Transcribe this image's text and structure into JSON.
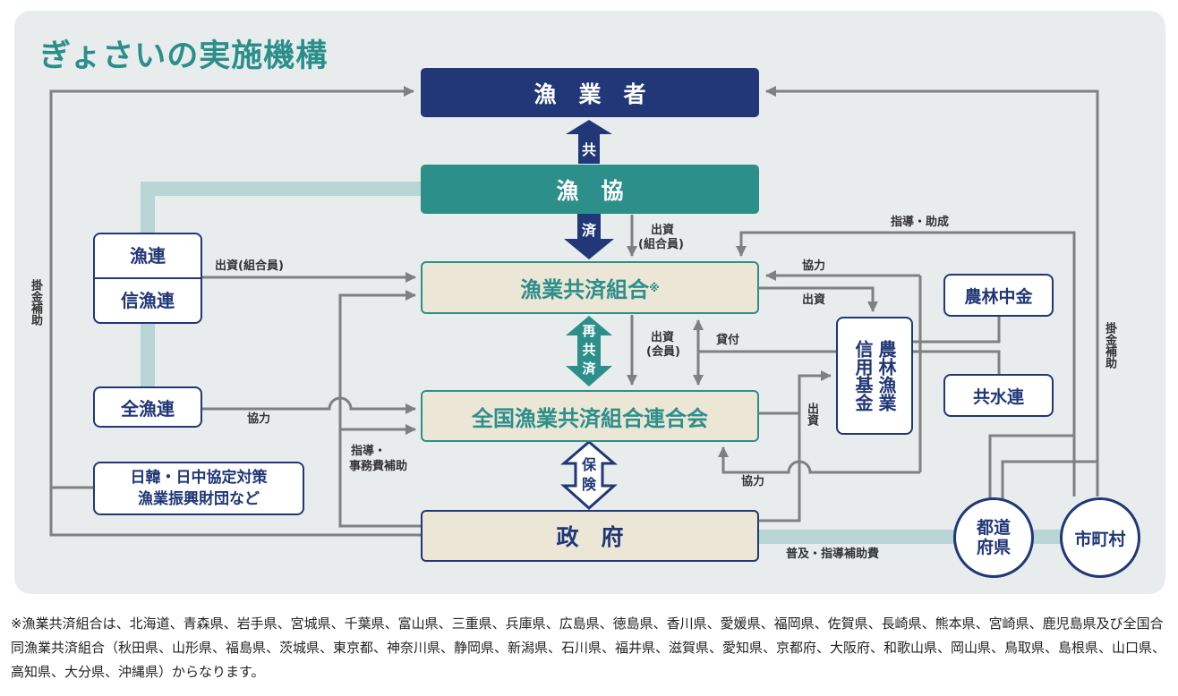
{
  "title": "ぎょさいの実施機構",
  "nodes": {
    "gyogyosha": "漁　業　者",
    "gyokyo": "漁　協",
    "kumiai": "漁業共済組合",
    "kumiai_mark": "※",
    "rengokai": "全国漁業共済組合連合会",
    "seifu": "政　府",
    "gyoren": "漁連",
    "shingyoren": "信漁連",
    "zengyoren": "全漁連",
    "zaidan_line1": "日韓・日中協定対策",
    "zaidan_line2": "漁業振興財団など",
    "kikin_col1": "農林漁業",
    "kikin_col2": "信用基金",
    "norinchukin": "農林中金",
    "kyosuiren": "共水連",
    "todofuken": "都道府県",
    "shichoson": "市町村"
  },
  "arrow_labels": {
    "kyo": "共",
    "sai": "済",
    "saikyosai": "再共済",
    "hoken": "保険"
  },
  "edge_labels": {
    "shusshi_kumiaiin_left": "出資(組合員)",
    "shusshi_kumiaiin_top_1": "出資",
    "shusshi_kumiaiin_top_2": "(組合員)",
    "shusshi_kaiin_1": "出資",
    "shusshi_kaiin_2": "(会員)",
    "shido_josei": "指導・助成",
    "kyoryoku_1": "協力",
    "shusshi_right": "出資",
    "kashitsuke": "貸付",
    "shusshi_vertical": "出資",
    "kyoryoku_zengyoren": "協力",
    "shido_jimuhi_1": "指導・",
    "shido_jimuhi_2": "事務費補助",
    "kyoryoku_2": "協力",
    "fukyu": "普及・指導補助費",
    "kakekin_left": "掛金補助",
    "kakekin_right": "掛金補助"
  },
  "footnote": "※漁業共済組合は、北海道、青森県、岩手県、宮城県、千葉県、富山県、三重県、兵庫県、広島県、徳島県、香川県、愛媛県、福岡県、佐賀県、長崎県、熊本県、宮崎県、鹿児島県及び全国合同漁業共済組合（秋田県、山形県、福島県、茨城県、東京都、神奈川県、静岡県、新潟県、石川県、福井県、滋賀県、愛知県、京都府、大阪府、和歌山県、岡山県、鳥取県、島根県、山口県、高知県、大分県、沖縄県）からなります。",
  "colors": {
    "navy": "#213777",
    "teal": "#2d8f8a",
    "beige": "#ece6d6",
    "panel": "#e8ecec",
    "wire": "#7f8080",
    "light_teal": "#b9d5d5"
  }
}
